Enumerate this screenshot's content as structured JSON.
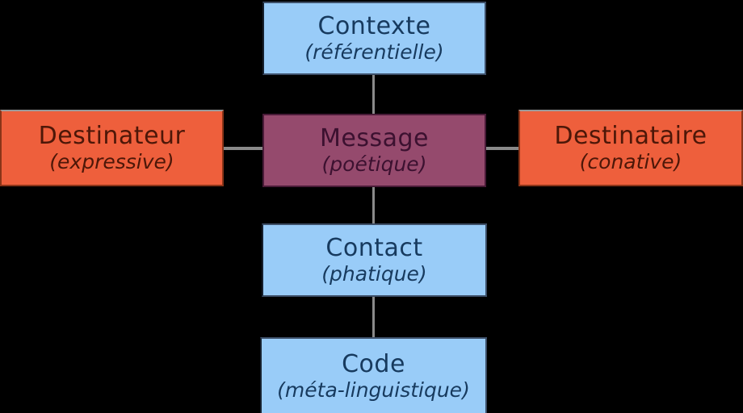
{
  "diagram": {
    "background_color": "#000000",
    "connector_color": "#8a8a8a",
    "colors": {
      "blue": "#99CCF8",
      "orange": "#EE5F3C",
      "purple": "#954A6D"
    },
    "nodes": [
      {
        "id": "contexte",
        "label": "Contexte",
        "function": "(référentielle)",
        "color": "#99CCF8"
      },
      {
        "id": "destinateur",
        "label": "Destinateur",
        "function": "(expressive)",
        "color": "#EE5F3C"
      },
      {
        "id": "message",
        "label": "Message",
        "function": "(poétique)",
        "color": "#954A6D"
      },
      {
        "id": "destinataire",
        "label": "Destinataire",
        "function": "(conative)",
        "color": "#EE5F3C"
      },
      {
        "id": "contact",
        "label": "Contact",
        "function": "(phatique)",
        "color": "#99CCF8"
      },
      {
        "id": "code",
        "label": "Code",
        "function": "(méta-linguistique)",
        "color": "#99CCF8"
      }
    ],
    "connectors": [
      {
        "from": "contexte",
        "to": "message"
      },
      {
        "from": "destinateur",
        "to": "message"
      },
      {
        "from": "message",
        "to": "destinataire"
      },
      {
        "from": "message",
        "to": "contact"
      },
      {
        "from": "contact",
        "to": "code"
      }
    ]
  }
}
